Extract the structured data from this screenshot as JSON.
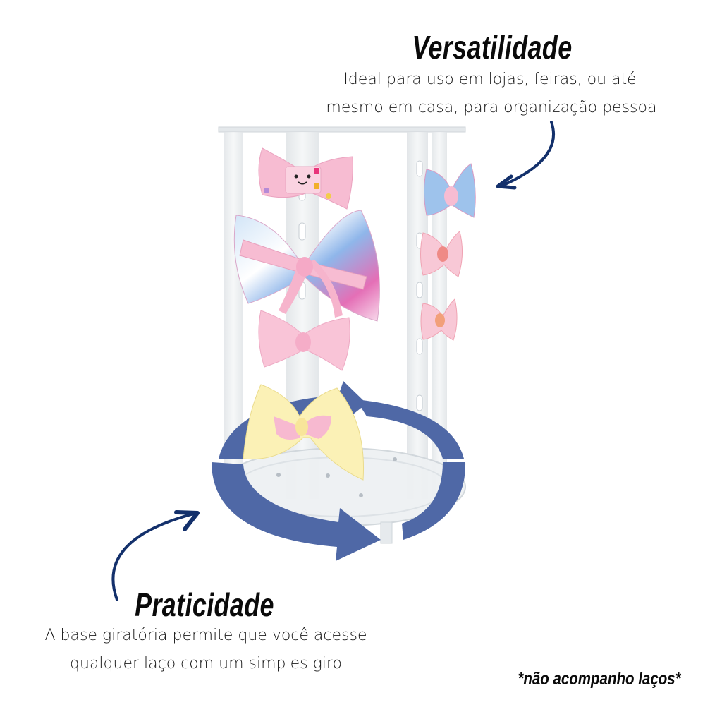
{
  "features": [
    {
      "title": "Versatilidade",
      "description_lines": [
        "Ideal para uso em lojas, feiras, ou até",
        "mesmo em casa, para organização pessoal"
      ]
    },
    {
      "title": "Praticidade",
      "description_lines": [
        "A base giratória permite que você acesse",
        "qualquer laço com um simples giro"
      ]
    }
  ],
  "disclaimer": "*não acompanho laços*",
  "icons": {
    "arrow_top": "curved-arrow-pointing-to-stand",
    "arrow_bottom": "curved-arrow-pointing-to-base",
    "rotation": "rotation-ring-arrows"
  },
  "colors": {
    "arrow": "#13306b",
    "rotation_ring": "#4f68a6",
    "acrylic": "#e9ecef",
    "bow_pink": "#f7bcd2",
    "bow_yellow": "#fbf1b6",
    "text": "#0a0a0a"
  }
}
